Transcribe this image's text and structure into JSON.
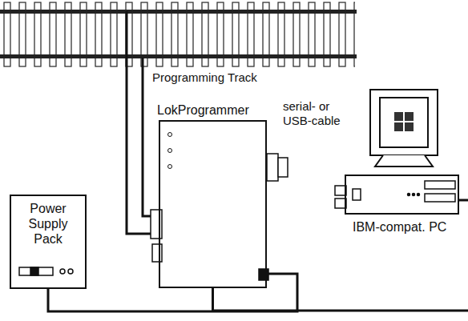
{
  "diagram": {
    "nodes": [
      {
        "text": [
          "Power Supply Pack"
        ]
      },
      {
        "text": [
          "LokProgrammer"
        ]
      },
      {
        "text": [
          "IBM-compat. PC"
        ]
      }
    ],
    "edges": [
      {
        "from": 0,
        "to": 1,
        "arrow": "none"
      },
      {
        "from": 1,
        "to": 2,
        "label": "serial- or USB-cable",
        "arrow": "none"
      }
    ],
    "labels": [
      "Programming Track"
    ]
  }
}
